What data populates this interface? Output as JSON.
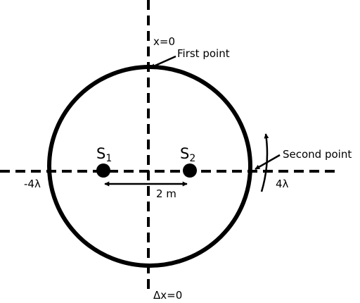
{
  "labels": {
    "x_axis_top": "x=0",
    "x_axis_bottom": "Δx=0",
    "first_point": "First point",
    "second_point": "Second point",
    "left_extent": "-4λ",
    "right_extent": "4λ",
    "source_1_letter": "S",
    "source_1_sub": "1",
    "source_2_letter": "S",
    "source_2_sub": "2",
    "separation": "2 m"
  },
  "colors": {
    "stroke": "#000000",
    "background": "#ffffff"
  }
}
